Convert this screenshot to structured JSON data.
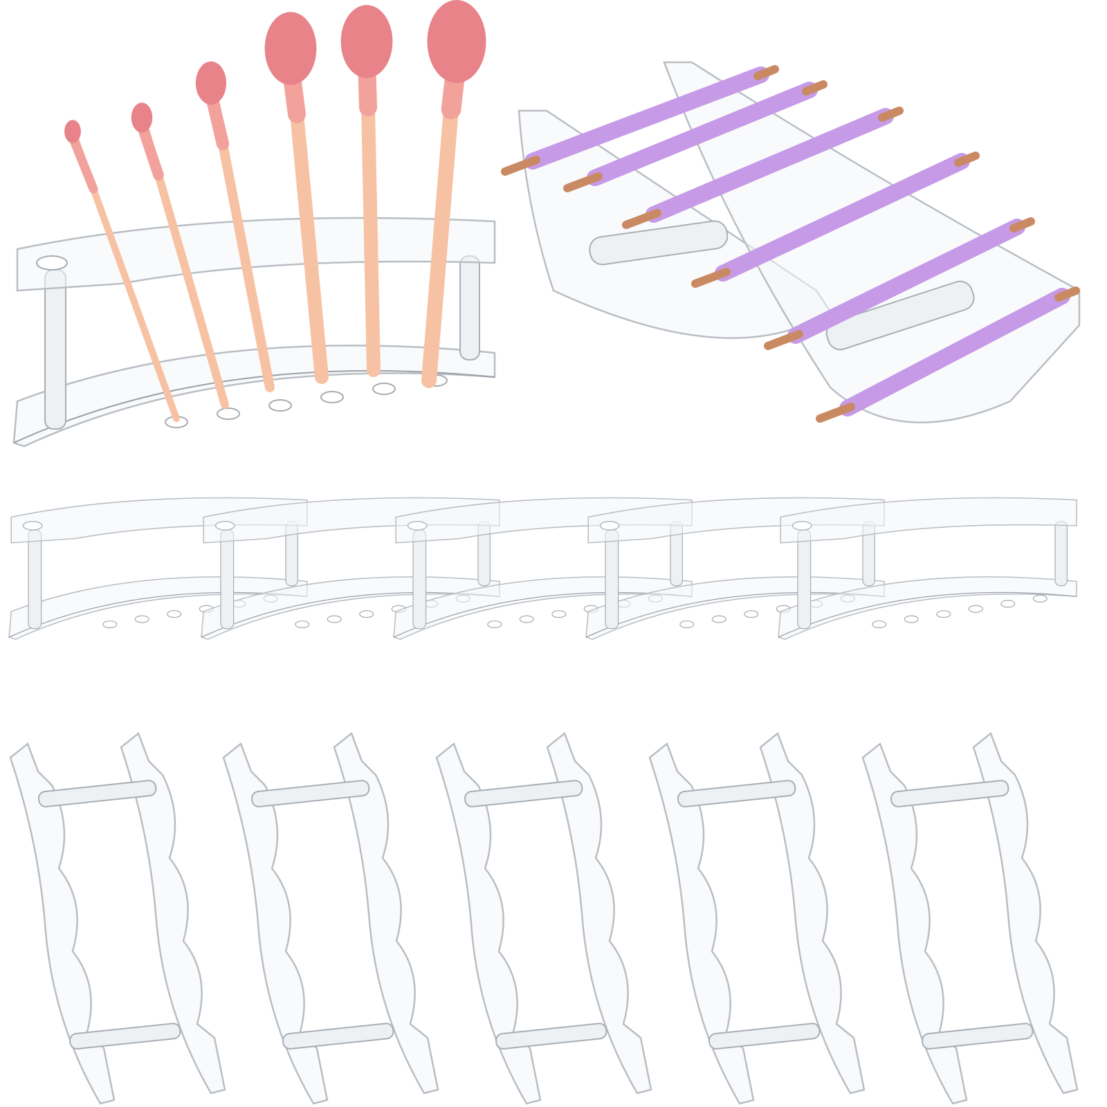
{
  "colors": {
    "background": "#ffffff",
    "acrylic_edge": "#b9bec4",
    "brush_bristle": "#e8838a",
    "brush_ferrule": "#f2a19b",
    "brush_handle": "#f7c2a4",
    "pen_body": "#c69ae6",
    "pen_tip": "#c98a63"
  },
  "scene": {
    "brush_count": 6,
    "pen_count": 6,
    "empty_brush_stands": 5,
    "empty_pen_racks": 5
  }
}
